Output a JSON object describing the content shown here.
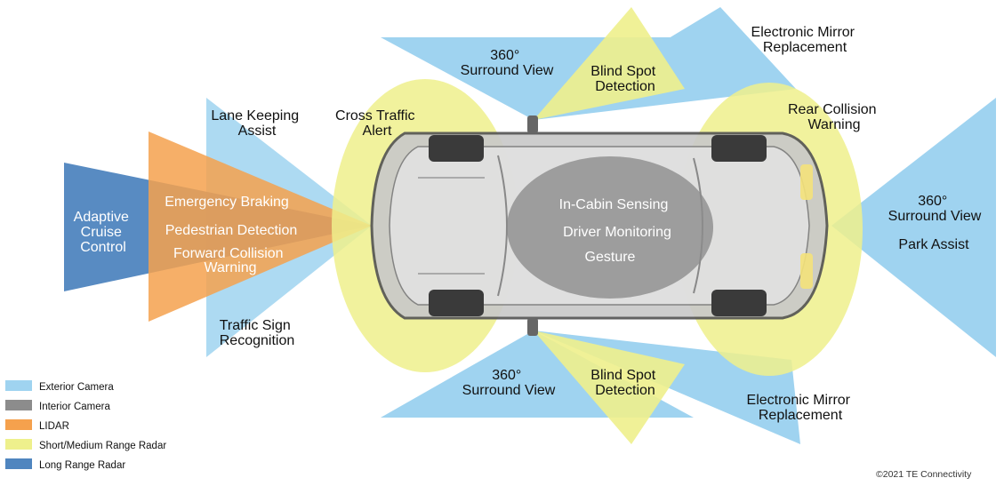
{
  "colors": {
    "exterior_camera": "#9fd3f0",
    "interior_camera": "#8c8c8c",
    "lidar": "#f5a14d",
    "short_medium_radar": "#eef08c",
    "long_range_radar": "#4f85bf"
  },
  "zones": {
    "adaptive_cruise": [
      "Adaptive",
      "Cruise",
      "Control"
    ],
    "emergency_braking": "Emergency Braking",
    "pedestrian_detection": "Pedestrian Detection",
    "forward_collision": [
      "Forward Collision",
      "Warning"
    ],
    "lane_keeping": [
      "Lane Keeping",
      "Assist"
    ],
    "traffic_sign": [
      "Traffic Sign",
      "Recognition"
    ],
    "cross_traffic": [
      "Cross Traffic",
      "Alert"
    ],
    "surround_top": [
      "360°",
      "Surround View"
    ],
    "blind_spot_top": [
      "Blind Spot",
      "Detection"
    ],
    "mirror_top": [
      "Electronic Mirror",
      "Replacement"
    ],
    "rear_collision": [
      "Rear Collision",
      "Warning"
    ],
    "surround_rear": [
      "360°",
      "Surround View"
    ],
    "park_assist": "Park Assist",
    "surround_bottom": [
      "360°",
      "Surround View"
    ],
    "blind_spot_bottom": [
      "Blind Spot",
      "Detection"
    ],
    "mirror_bottom": [
      "Electronic Mirror",
      "Replacement"
    ],
    "in_cabin": "In-Cabin Sensing",
    "driver_monitoring": "Driver Monitoring",
    "gesture": "Gesture"
  },
  "legend": [
    {
      "label": "Exterior Camera",
      "color": "#9fd3f0"
    },
    {
      "label": "Interior Camera",
      "color": "#8c8c8c"
    },
    {
      "label": "LIDAR",
      "color": "#f5a14d"
    },
    {
      "label": "Short/Medium Range Radar",
      "color": "#eef08c"
    },
    {
      "label": "Long Range Radar",
      "color": "#4f85bf"
    }
  ],
  "copyright": "©2021 TE Connectivity"
}
